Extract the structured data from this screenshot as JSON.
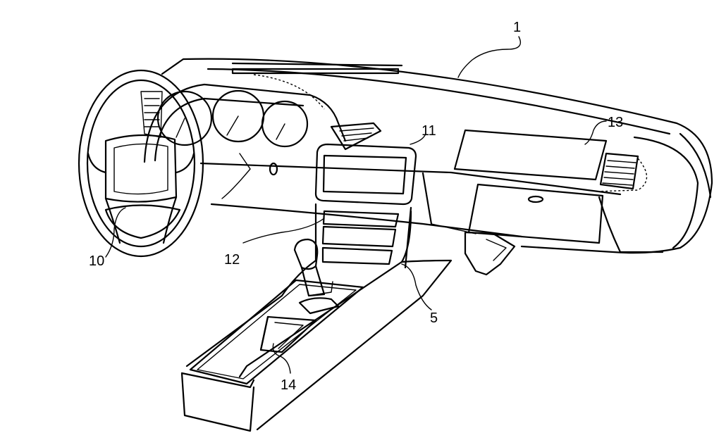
{
  "labels": {
    "dashboard": "1",
    "center_console": "5",
    "steering_wheel": "10",
    "display_screen": "11",
    "console_panel": "12",
    "glovebox_panel": "13",
    "storage_bin": "14"
  }
}
